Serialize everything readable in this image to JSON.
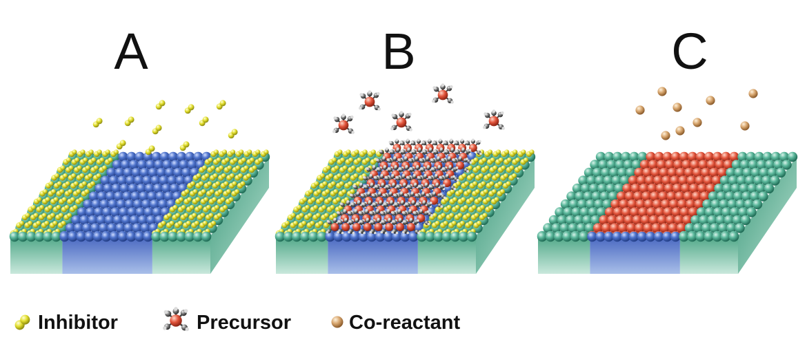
{
  "panels": [
    {
      "letter": "A",
      "surface": "inhibitor-on-sides",
      "gas": "inhibitor"
    },
    {
      "letter": "B",
      "surface": "inhibitor-on-sides",
      "gas": "precursor"
    },
    {
      "letter": "C",
      "surface": "film-in-middle",
      "gas": "co-reactant"
    }
  ],
  "legend": {
    "inhibitor": "Inhibitor",
    "precursor": "Precursor",
    "coreactant": "Co-reactant"
  },
  "colors": {
    "substrate_green": "#3f9f82",
    "substrate_blue": "#3f63b8",
    "inhibitor": "#d8d52a",
    "precursor_core": "#d9442c",
    "precursor_ligand": "#5a5a5a",
    "coreactant": "#d6a46c",
    "film": "#e0553f"
  }
}
